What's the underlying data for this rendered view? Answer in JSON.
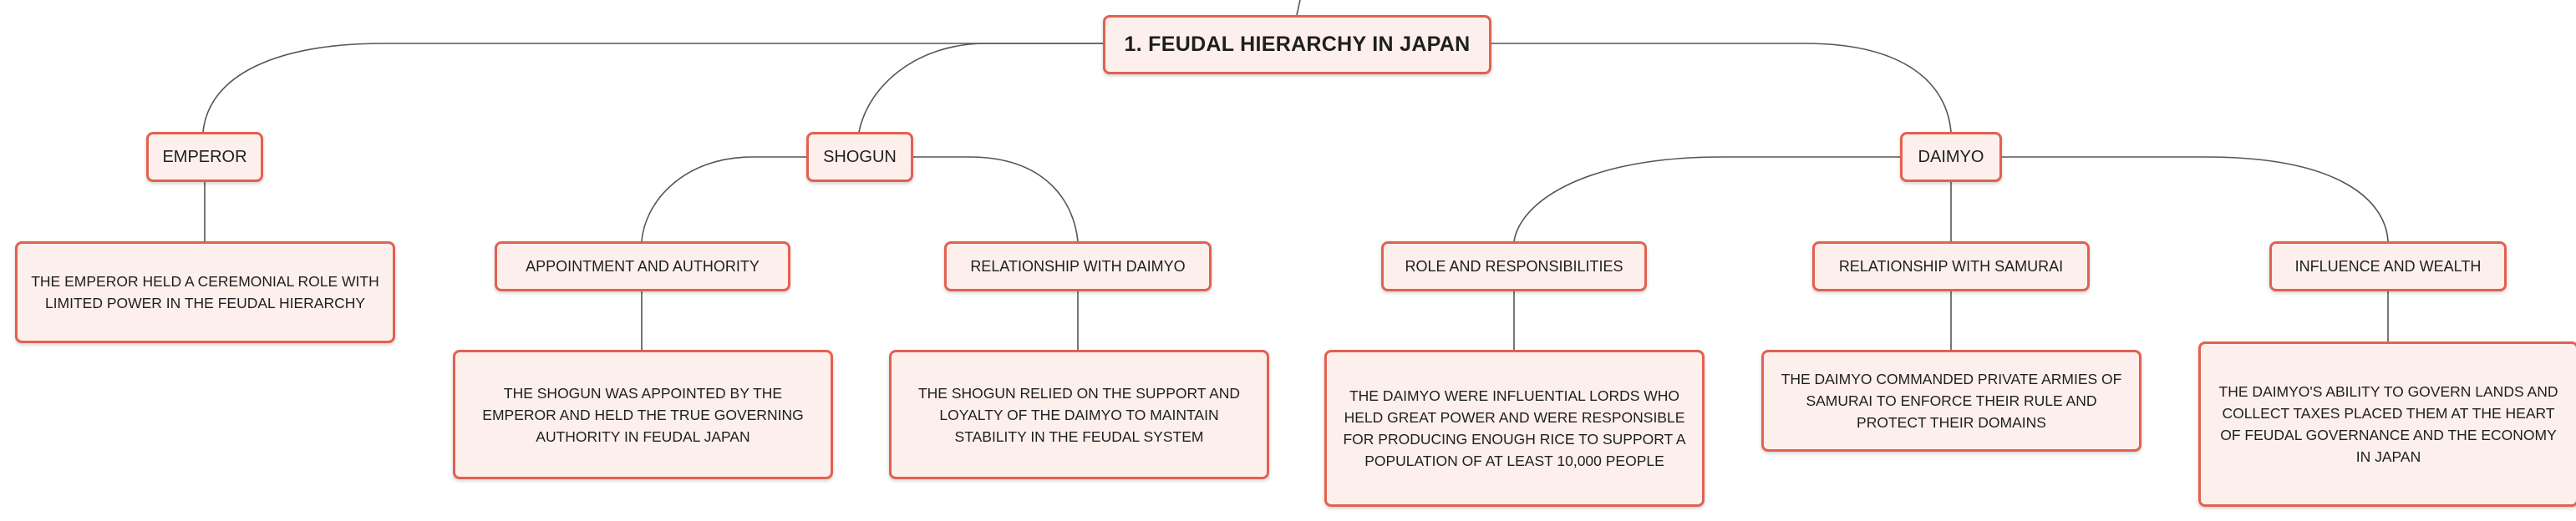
{
  "root": {
    "label": "1. FEUDAL HIERARCHY IN JAPAN"
  },
  "emperor": {
    "label": "EMPEROR",
    "note": "THE EMPEROR HELD A CEREMONIAL ROLE WITH LIMITED POWER IN THE FEUDAL HIERARCHY"
  },
  "shogun": {
    "label": "SHOGUN",
    "children": [
      {
        "label": "APPOINTMENT AND AUTHORITY",
        "note": "THE SHOGUN WAS APPOINTED BY THE EMPEROR AND HELD THE TRUE GOVERNING AUTHORITY IN FEUDAL JAPAN"
      },
      {
        "label": "RELATIONSHIP WITH DAIMYO",
        "note": "THE SHOGUN RELIED ON THE SUPPORT AND LOYALTY OF THE DAIMYO TO MAINTAIN STABILITY IN THE FEUDAL SYSTEM"
      }
    ]
  },
  "daimyo": {
    "label": "DAIMYO",
    "children": [
      {
        "label": "ROLE AND RESPONSIBILITIES",
        "note": "THE DAIMYO WERE INFLUENTIAL LORDS WHO HELD GREAT POWER AND WERE RESPONSIBLE FOR PRODUCING ENOUGH RICE TO SUPPORT A POPULATION OF AT LEAST 10,000 PEOPLE"
      },
      {
        "label": "RELATIONSHIP WITH SAMURAI",
        "note": "THE DAIMYO COMMANDED PRIVATE ARMIES OF SAMURAI TO ENFORCE THEIR RULE AND PROTECT THEIR DOMAINS"
      },
      {
        "label": "INFLUENCE AND WEALTH",
        "note": "THE DAIMYO'S ABILITY TO GOVERN LANDS AND COLLECT TAXES PLACED THEM AT THE HEART OF FEUDAL GOVERNANCE AND THE ECONOMY IN JAPAN"
      }
    ]
  },
  "colors": {
    "border": "#e26150",
    "fill": "#fdf0ec",
    "line": "#555555",
    "text": "#1f1f1f"
  }
}
